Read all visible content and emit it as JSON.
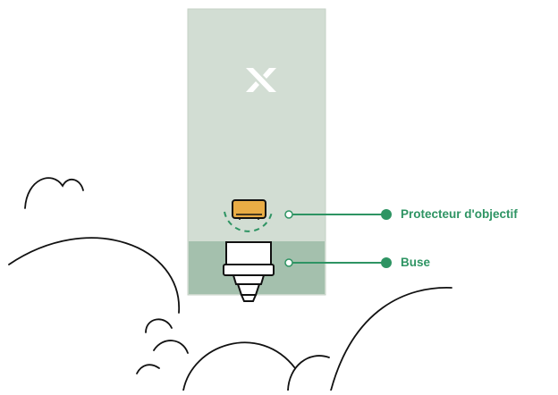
{
  "callouts": {
    "lens_protector": {
      "label": "Protecteur d'objectif"
    },
    "nozzle": {
      "label": "Buse"
    }
  },
  "logo": {
    "text": "X",
    "icon": "brand-x-logo"
  },
  "colors": {
    "device_panel": "#d2ddd3",
    "device_panel_border": "#c4d1c6",
    "device_bottom_section": "#a4c0ad",
    "accent_green": "#2e9463",
    "lens_protector_gold": "#e9ac45",
    "outline": "#111111",
    "label_text": "#2e9463"
  }
}
